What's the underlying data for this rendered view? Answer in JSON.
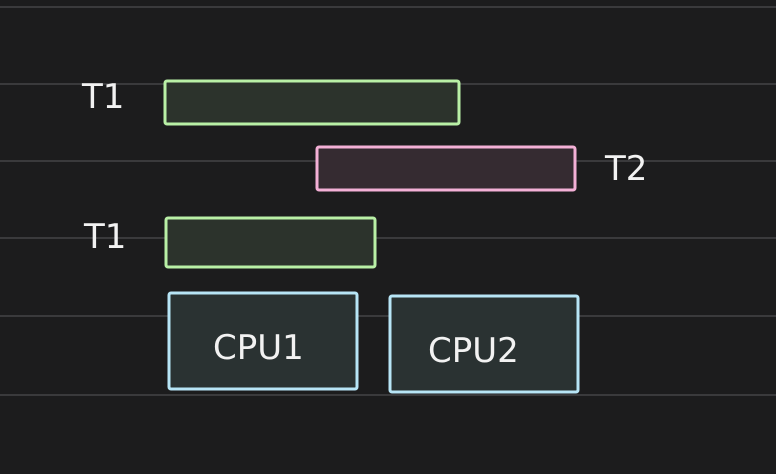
{
  "labels": {
    "task_top": "T1",
    "task_middle": "T2",
    "task_bottom": "T1",
    "cpu1": "CPU1",
    "cpu2": "CPU2"
  },
  "colors": {
    "background": "#1c1c1d",
    "ruled_line": "#3a3a3c",
    "t1_bar_stroke": "#b9f0a6",
    "t1_bar_fill": "#2c332c",
    "t2_bar_stroke": "#f3b0d6",
    "t2_bar_fill": "#352b31",
    "cpu_box_stroke": "#b7e5f6",
    "cpu_box_fill": "#2a3232",
    "text": "#f2f2f2"
  }
}
